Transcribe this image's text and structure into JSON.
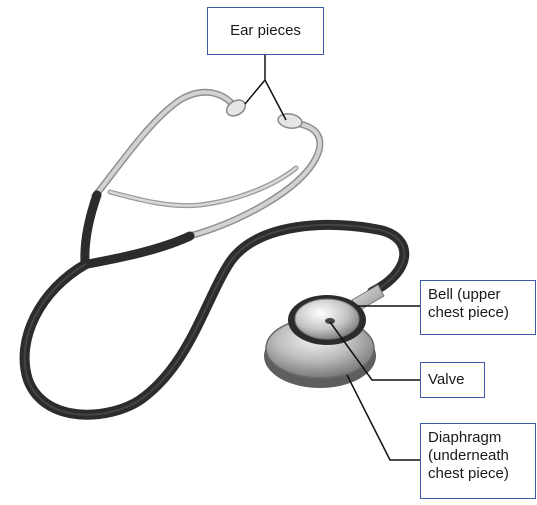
{
  "labels": {
    "ear_pieces": "Ear pieces",
    "bell": "Bell (upper\nchest piece)",
    "valve": "Valve",
    "diaphragm": "Diaphragm\n(underneath\nchest piece)"
  },
  "colors": {
    "label_border": "#3d5aa8",
    "tubing": "#2c2c2c",
    "binaural_tube": "#c8c8c8",
    "leader_line": "#111111",
    "chest_piece_metal": "#9a9a9a"
  }
}
